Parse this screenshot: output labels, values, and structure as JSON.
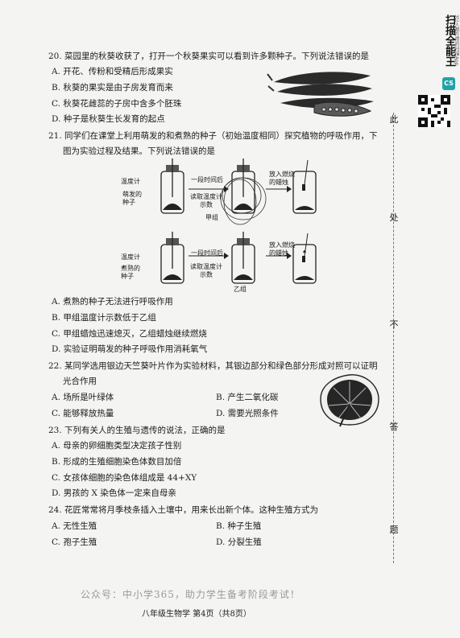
{
  "app_badge": {
    "logo": "CS",
    "name": "扫描全能王",
    "tagline": "3亿人都在用的扫描App"
  },
  "seal_chars": [
    "此",
    "处",
    "不",
    "答",
    "题"
  ],
  "questions": [
    {
      "stem": [
        "20. 菜园里的秋葵收获了，打开一个秋葵果实可以看到许多颗种子。下列说法错误的是"
      ],
      "options": [
        "A. 开花、传粉和受精后形成果实",
        "B. 秋葵的果实是由子房发育而来",
        "C. 秋葵花雌蕊的子房中含多个胚珠",
        "D. 种子是秋葵生长发育的起点"
      ]
    },
    {
      "stem": [
        "21. 同学们在课堂上利用萌发的和煮熟的种子（初始温度相同）探究植物的呼吸作用，下",
        "图为实验过程及结果。下列说法错误的是"
      ],
      "options": [
        "A. 煮熟的种子无法进行呼吸作用",
        "B. 甲组温度计示数低于乙组",
        "C. 甲组蜡烛迅速熄灭，乙组蜡烛继续燃烧",
        "D. 实验证明萌发的种子呼吸作用消耗氧气"
      ]
    },
    {
      "stem": [
        "22. 某同学选用银边天竺葵叶片作为实验材料，其银边部分和绿色部分形成对照可以证明",
        "光合作用"
      ],
      "options": [
        "A. 场所是叶绿体",
        "B. 产生二氧化碳",
        "C. 能够释放热量",
        "D. 需要光照条件"
      ]
    },
    {
      "stem": [
        "23. 下列有关人的生殖与遗传的说法，正确的是"
      ],
      "options": [
        "A. 母亲的卵细胞类型决定孩子性别",
        "B. 形成的生殖细胞染色体数目加倍",
        "C. 女孩体细胞的染色体组成是 44+XY",
        "D. 男孩的 X 染色体一定来自母亲"
      ]
    },
    {
      "stem": [
        "24. 花匠常常将月季枝条插入土壤中，用来长出新个体。这种生殖方式为"
      ],
      "options": [
        "A. 无性生殖",
        "B. 种子生殖",
        "C. 孢子生殖",
        "D. 分裂生殖"
      ]
    }
  ],
  "figure": {
    "group_a": {
      "thermometer": "温度计",
      "seeds": "萌发的\n种子",
      "arrow1_top": "一段时间后",
      "arrow1_bottom": "读取温度计\n示数",
      "arrow2_top": "放入燃烧\n的蜡烛",
      "label": "甲组"
    },
    "group_b": {
      "thermometer": "温度计",
      "seeds": "煮熟的\n种子",
      "arrow1_top": "一段时间后",
      "arrow1_bottom": "读取温度计\n示数",
      "arrow2_top": "放入燃烧\n的蜡烛",
      "label": "乙组"
    }
  },
  "watermark": "公众号：中小学365，助力学生备考阶段考试！",
  "footer": "八年级生物学  第4页（共8页）"
}
